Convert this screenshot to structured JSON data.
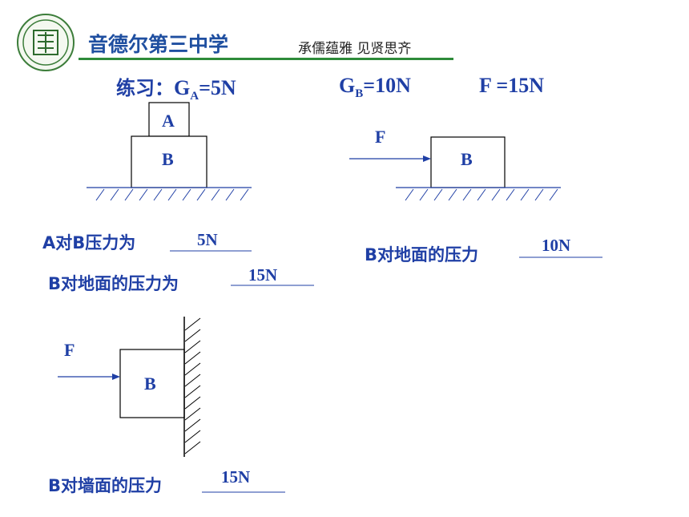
{
  "header": {
    "school_name": "音德尔第三中学",
    "motto": "承儒蕴雅  见贤思齐"
  },
  "exercise": {
    "prefix": "练习：",
    "ga_label": "G",
    "ga_sub": "A",
    "ga_value": "=5N",
    "gb_label": "G",
    "gb_sub": "B",
    "gb_value": "=10N",
    "f_value": "F =15N"
  },
  "figures": {
    "fig1": {
      "block_a": "A",
      "block_b": "B"
    },
    "fig2": {
      "force": "F",
      "block": "B"
    },
    "fig3": {
      "force": "F",
      "block": "B"
    }
  },
  "questions": [
    {
      "text": "A对B压力为",
      "answer": "5N"
    },
    {
      "text": "B对地面的压力为",
      "answer": "15N"
    },
    {
      "text": "B对地面的压力",
      "answer": "10N"
    },
    {
      "text": "B对墙面的压力",
      "answer": "15N"
    }
  ],
  "colors": {
    "accent": "#1f3fa5",
    "header_line": "#2e8b3a",
    "header_text": "#1f4fa0"
  }
}
